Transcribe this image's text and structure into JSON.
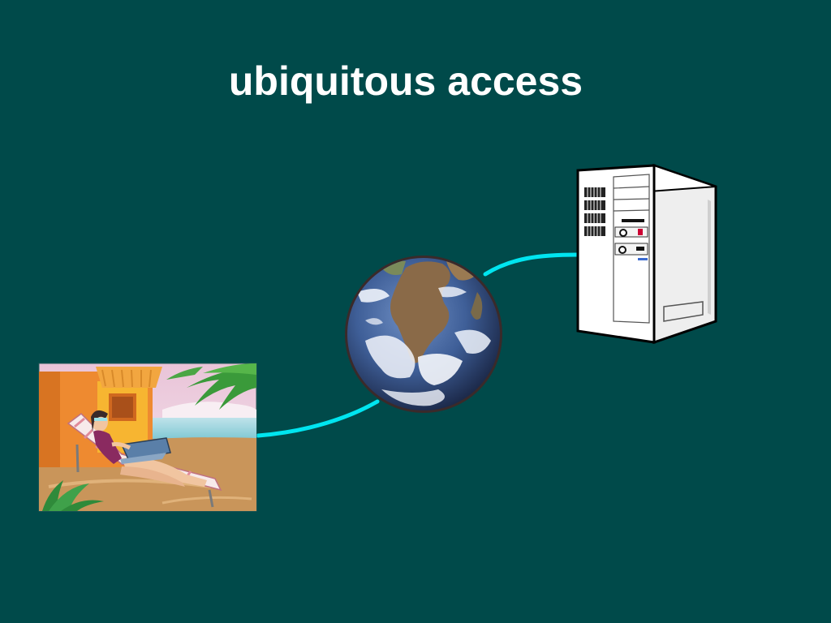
{
  "slide": {
    "title": "ubiquitous access"
  },
  "colors": {
    "background": "#004a4a",
    "title": "#ffffff",
    "link": "#00e5f0"
  },
  "diagram": {
    "nodes": [
      {
        "id": "beach-laptop-user",
        "kind": "clipart-photo"
      },
      {
        "id": "earth-globe",
        "kind": "globe-icon"
      },
      {
        "id": "server-tower",
        "kind": "server-icon"
      }
    ],
    "links": [
      {
        "from": "beach-laptop-user",
        "to": "earth-globe"
      },
      {
        "from": "earth-globe",
        "to": "server-tower"
      }
    ]
  }
}
